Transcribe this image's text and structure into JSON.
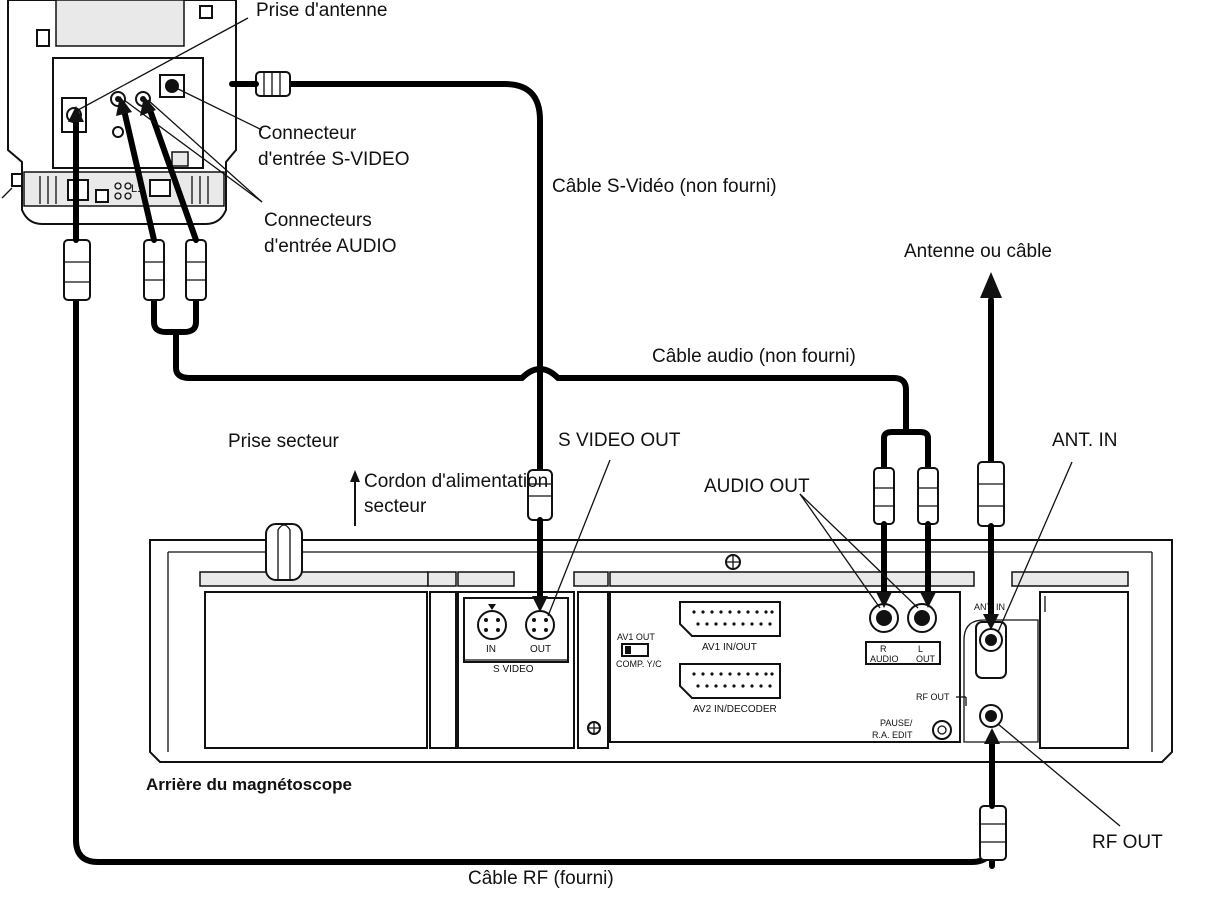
{
  "labels": {
    "antenna_jack": "Prise d'antenne",
    "svideo_in_connector_l1": "Connecteur",
    "svideo_in_connector_l2": "d'entrée S-VIDEO",
    "audio_in_connectors_l1": "Connecteurs",
    "audio_in_connectors_l2": "d'entrée AUDIO",
    "svideo_cable": "Câble S-Vidéo (non fourni)",
    "antenna_or_cable": "Antenne ou câble",
    "audio_cable": "Câble audio (non fourni)",
    "mains_outlet": "Prise secteur",
    "power_cord_l1": "Cordon d'alimentation",
    "power_cord_l2": "secteur",
    "svideo_out": "S VIDEO OUT",
    "audio_out": "AUDIO OUT",
    "ant_in": "ANT. IN",
    "vcr_rear": "Arrière du magnétoscope",
    "rf_out": "RF OUT",
    "rf_cable": "Câble RF (fourni)"
  },
  "panel_labels": {
    "svideo_in": "IN",
    "svideo_out": "OUT",
    "svideo": "S  VIDEO",
    "av1_out": "AV1 OUT",
    "comp_yc": "COMP.  Y/C",
    "av1_inout": "AV1 IN/OUT",
    "av2_indecoder": "AV2 IN/DECODER",
    "audio_r": "R",
    "audio_l": "L",
    "audio": "AUDIO",
    "audio_out": "OUT",
    "ant_in": "ANT. IN",
    "rf_out": "RF OUT",
    "pause_l1": "PAUSE/",
    "pause_l2": "R.A. EDIT",
    "tv_l1": "L1"
  }
}
